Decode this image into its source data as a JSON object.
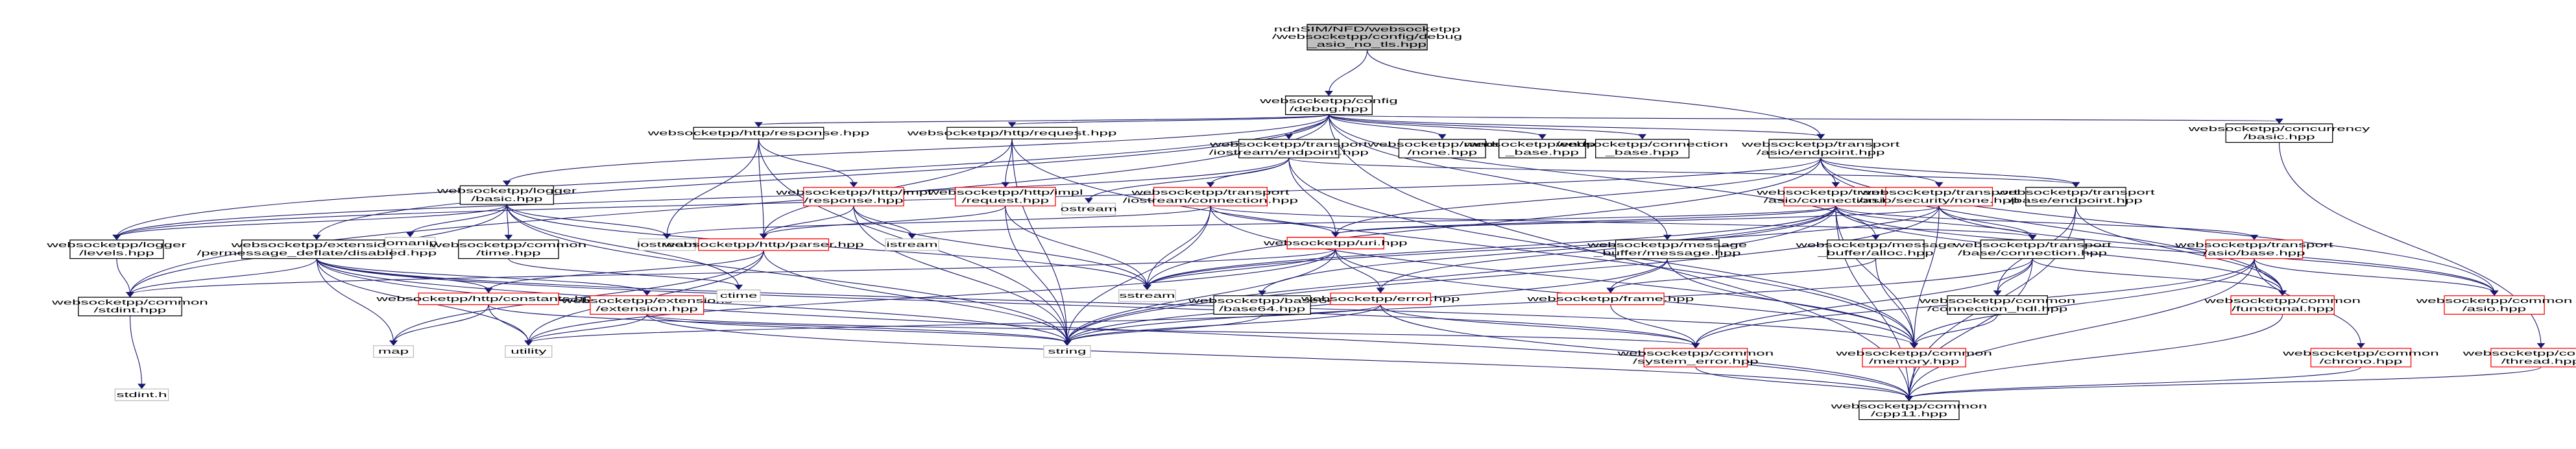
{
  "title": "Include dependency graph for debug_asio_no_tls.hpp",
  "colors": {
    "edge": "#191970",
    "root_fill": "#bfbfbf",
    "truncated_border": "#ff0000",
    "system_border": "#bfbfbf",
    "normal_border": "#000000"
  },
  "nodes": [
    {
      "id": "root",
      "lines": [
        "ndnSIM/NFD/websocketpp",
        "/websocketpp/config/debug",
        "_asio_no_tls.hpp"
      ],
      "kind": "root"
    },
    {
      "id": "debug",
      "lines": [
        "websocketpp/config",
        "/debug.hpp"
      ],
      "kind": "normal"
    },
    {
      "id": "http_response",
      "lines": [
        "websocketpp/http/response.hpp"
      ],
      "kind": "normal"
    },
    {
      "id": "http_request",
      "lines": [
        "websocketpp/http/request.hpp"
      ],
      "kind": "normal"
    },
    {
      "id": "iostream_endpoint",
      "lines": [
        "websocketpp/transport",
        "/iostream/endpoint.hpp"
      ],
      "kind": "normal"
    },
    {
      "id": "random_none",
      "lines": [
        "websocketpp/random",
        "/none.hpp"
      ],
      "kind": "normal"
    },
    {
      "id": "endpoint_base",
      "lines": [
        "websocketpp/endpoint",
        "_base.hpp"
      ],
      "kind": "normal"
    },
    {
      "id": "connection_base",
      "lines": [
        "websocketpp/connection",
        "_base.hpp"
      ],
      "kind": "normal"
    },
    {
      "id": "asio_endpoint",
      "lines": [
        "websocketpp/transport",
        "/asio/endpoint.hpp"
      ],
      "kind": "normal"
    },
    {
      "id": "concurrency_basic",
      "lines": [
        "websocketpp/concurrency",
        "/basic.hpp"
      ],
      "kind": "normal"
    },
    {
      "id": "logger_basic",
      "lines": [
        "websocketpp/logger",
        "/basic.hpp"
      ],
      "kind": "normal"
    },
    {
      "id": "impl_response",
      "lines": [
        "websocketpp/http/impl",
        "/response.hpp"
      ],
      "kind": "red"
    },
    {
      "id": "impl_request",
      "lines": [
        "websocketpp/http/impl",
        "/request.hpp"
      ],
      "kind": "red"
    },
    {
      "id": "ostream",
      "lines": [
        "ostream"
      ],
      "kind": "sys"
    },
    {
      "id": "iostream_connection",
      "lines": [
        "websocketpp/transport",
        "/iostream/connection.hpp"
      ],
      "kind": "red"
    },
    {
      "id": "asio_connection",
      "lines": [
        "websocketpp/transport",
        "/asio/connection.hpp"
      ],
      "kind": "red"
    },
    {
      "id": "asio_security_none",
      "lines": [
        "websocketpp/transport",
        "/asio/security/none.hpp"
      ],
      "kind": "red"
    },
    {
      "id": "base_endpoint",
      "lines": [
        "websocketpp/transport",
        "/base/endpoint.hpp"
      ],
      "kind": "normal"
    },
    {
      "id": "logger_levels",
      "lines": [
        "websocketpp/logger",
        "/levels.hpp"
      ],
      "kind": "normal"
    },
    {
      "id": "pmd_disabled",
      "lines": [
        "websocketpp/extensions",
        "/permessage_deflate/disabled.hpp"
      ],
      "kind": "normal"
    },
    {
      "id": "iomanip",
      "lines": [
        "iomanip"
      ],
      "kind": "sys"
    },
    {
      "id": "common_time",
      "lines": [
        "websocketpp/common",
        "/time.hpp"
      ],
      "kind": "normal"
    },
    {
      "id": "iostream",
      "lines": [
        "iostream"
      ],
      "kind": "sys"
    },
    {
      "id": "http_parser",
      "lines": [
        "websocketpp/http/parser.hpp"
      ],
      "kind": "red"
    },
    {
      "id": "istream",
      "lines": [
        "istream"
      ],
      "kind": "sys"
    },
    {
      "id": "uri",
      "lines": [
        "websocketpp/uri.hpp"
      ],
      "kind": "red"
    },
    {
      "id": "mb_message",
      "lines": [
        "websocketpp/message",
        "_buffer/message.hpp"
      ],
      "kind": "normal"
    },
    {
      "id": "mb_alloc",
      "lines": [
        "websocketpp/message",
        "_buffer/alloc.hpp"
      ],
      "kind": "normal"
    },
    {
      "id": "base_connection",
      "lines": [
        "websocketpp/transport",
        "/base/connection.hpp"
      ],
      "kind": "normal"
    },
    {
      "id": "asio_base",
      "lines": [
        "websocketpp/transport",
        "/asio/base.hpp"
      ],
      "kind": "red"
    },
    {
      "id": "common_stdint",
      "lines": [
        "websocketpp/common",
        "/stdint.hpp"
      ],
      "kind": "normal"
    },
    {
      "id": "http_constants",
      "lines": [
        "websocketpp/http/constants.hpp"
      ],
      "kind": "red"
    },
    {
      "id": "ext_extension",
      "lines": [
        "websocketpp/extensions",
        "/extension.hpp"
      ],
      "kind": "red"
    },
    {
      "id": "ctime",
      "lines": [
        "ctime"
      ],
      "kind": "sys"
    },
    {
      "id": "sstream",
      "lines": [
        "sstream"
      ],
      "kind": "sys"
    },
    {
      "id": "base64",
      "lines": [
        "websocketpp/base64",
        "/base64.hpp"
      ],
      "kind": "normal"
    },
    {
      "id": "error",
      "lines": [
        "websocketpp/error.hpp"
      ],
      "kind": "red"
    },
    {
      "id": "frame",
      "lines": [
        "websocketpp/frame.hpp"
      ],
      "kind": "red"
    },
    {
      "id": "connection_hdl",
      "lines": [
        "websocketpp/common",
        "/connection_hdl.hpp"
      ],
      "kind": "normal"
    },
    {
      "id": "functional",
      "lines": [
        "websocketpp/common",
        "/functional.hpp"
      ],
      "kind": "red"
    },
    {
      "id": "common_asio",
      "lines": [
        "websocketpp/common",
        "/asio.hpp"
      ],
      "kind": "red"
    },
    {
      "id": "map",
      "lines": [
        "map"
      ],
      "kind": "sys"
    },
    {
      "id": "utility",
      "lines": [
        "utility"
      ],
      "kind": "sys"
    },
    {
      "id": "string",
      "lines": [
        "string"
      ],
      "kind": "sys"
    },
    {
      "id": "system_error",
      "lines": [
        "websocketpp/common",
        "/system_error.hpp"
      ],
      "kind": "red"
    },
    {
      "id": "memory",
      "lines": [
        "websocketpp/common",
        "/memory.hpp"
      ],
      "kind": "red"
    },
    {
      "id": "chrono",
      "lines": [
        "websocketpp/common",
        "/chrono.hpp"
      ],
      "kind": "red"
    },
    {
      "id": "thread",
      "lines": [
        "websocketpp/common",
        "/thread.hpp"
      ],
      "kind": "red"
    },
    {
      "id": "stdint_h",
      "lines": [
        "stdint.h"
      ],
      "kind": "sys"
    },
    {
      "id": "cpp11",
      "lines": [
        "websocketpp/common",
        "/cpp11.hpp"
      ],
      "kind": "normal"
    }
  ],
  "edges": [
    [
      "root",
      "debug"
    ],
    [
      "root",
      "asio_endpoint"
    ],
    [
      "debug",
      "http_response"
    ],
    [
      "debug",
      "http_request"
    ],
    [
      "debug",
      "iostream_endpoint"
    ],
    [
      "debug",
      "random_none"
    ],
    [
      "debug",
      "endpoint_base"
    ],
    [
      "debug",
      "connection_base"
    ],
    [
      "debug",
      "asio_endpoint"
    ],
    [
      "debug",
      "concurrency_basic"
    ],
    [
      "debug",
      "logger_basic"
    ],
    [
      "debug",
      "pmd_disabled"
    ],
    [
      "debug",
      "common_stdint"
    ],
    [
      "debug",
      "logger_levels"
    ],
    [
      "debug",
      "mb_message"
    ],
    [
      "debug",
      "mb_alloc"
    ],
    [
      "debug",
      "cpp11"
    ],
    [
      "http_response",
      "impl_response"
    ],
    [
      "http_response",
      "http_parser"
    ],
    [
      "http_response",
      "iostream"
    ],
    [
      "http_response",
      "string"
    ],
    [
      "http_request",
      "impl_request"
    ],
    [
      "http_request",
      "http_parser"
    ],
    [
      "http_request",
      "string"
    ],
    [
      "http_request",
      "memory"
    ],
    [
      "iostream_endpoint",
      "iostream_connection"
    ],
    [
      "iostream_endpoint",
      "ostream"
    ],
    [
      "iostream_endpoint",
      "base_endpoint"
    ],
    [
      "iostream_endpoint",
      "logger_levels"
    ],
    [
      "iostream_endpoint",
      "uri"
    ],
    [
      "iostream_endpoint",
      "memory"
    ],
    [
      "asio_endpoint",
      "asio_connection"
    ],
    [
      "asio_endpoint",
      "asio_security_none"
    ],
    [
      "asio_endpoint",
      "base_endpoint"
    ],
    [
      "asio_endpoint",
      "logger_levels"
    ],
    [
      "asio_endpoint",
      "common_asio"
    ],
    [
      "asio_endpoint",
      "functional"
    ],
    [
      "asio_endpoint",
      "sstream"
    ],
    [
      "asio_endpoint",
      "uri"
    ],
    [
      "concurrency_basic",
      "thread"
    ],
    [
      "logger_basic",
      "logger_levels"
    ],
    [
      "logger_basic",
      "iomanip"
    ],
    [
      "logger_basic",
      "common_time"
    ],
    [
      "logger_basic",
      "iostream"
    ],
    [
      "logger_basic",
      "string"
    ],
    [
      "logger_basic",
      "ctime"
    ],
    [
      "logger_basic",
      "common_stdint"
    ],
    [
      "logger_basic",
      "sstream"
    ],
    [
      "impl_response",
      "http_parser"
    ],
    [
      "impl_response",
      "istream"
    ],
    [
      "impl_response",
      "string"
    ],
    [
      "impl_response",
      "sstream"
    ],
    [
      "impl_request",
      "http_parser"
    ],
    [
      "impl_request",
      "string"
    ],
    [
      "impl_request",
      "sstream"
    ],
    [
      "iostream_connection",
      "uri"
    ],
    [
      "iostream_connection",
      "base_connection"
    ],
    [
      "iostream_connection",
      "string"
    ],
    [
      "iostream_connection",
      "sstream"
    ],
    [
      "iostream_connection",
      "iostream"
    ],
    [
      "iostream_connection",
      "memory"
    ],
    [
      "asio_connection",
      "uri"
    ],
    [
      "asio_connection",
      "base_connection"
    ],
    [
      "asio_connection",
      "asio_base"
    ],
    [
      "asio_connection",
      "functional"
    ],
    [
      "asio_connection",
      "common_asio"
    ],
    [
      "asio_connection",
      "memory"
    ],
    [
      "asio_connection",
      "istream"
    ],
    [
      "asio_connection",
      "sstream"
    ],
    [
      "asio_connection",
      "string"
    ],
    [
      "asio_connection",
      "error"
    ],
    [
      "asio_connection",
      "base64"
    ],
    [
      "asio_connection",
      "cpp11"
    ],
    [
      "asio_security_none",
      "base_connection"
    ],
    [
      "asio_security_none",
      "common_asio"
    ],
    [
      "asio_security_none",
      "memory"
    ],
    [
      "asio_security_none",
      "sstream"
    ],
    [
      "asio_security_none",
      "string"
    ],
    [
      "asio_security_none",
      "uri"
    ],
    [
      "base_endpoint",
      "connection_hdl"
    ],
    [
      "base_endpoint",
      "functional"
    ],
    [
      "base_endpoint",
      "cpp11"
    ],
    [
      "logger_levels",
      "common_stdint"
    ],
    [
      "pmd_disabled",
      "common_stdint"
    ],
    [
      "pmd_disabled",
      "http_constants"
    ],
    [
      "pmd_disabled",
      "ext_extension"
    ],
    [
      "pmd_disabled",
      "system_error"
    ],
    [
      "pmd_disabled",
      "map"
    ],
    [
      "pmd_disabled",
      "utility"
    ],
    [
      "pmd_disabled",
      "string"
    ],
    [
      "pmd_disabled",
      "cpp11"
    ],
    [
      "pmd_disabled",
      "memory"
    ],
    [
      "common_time",
      "ctime"
    ],
    [
      "http_parser",
      "http_constants"
    ],
    [
      "http_parser",
      "utility"
    ],
    [
      "http_parser",
      "map"
    ],
    [
      "http_parser",
      "string"
    ],
    [
      "uri",
      "error"
    ],
    [
      "uri",
      "sstream"
    ],
    [
      "uri",
      "string"
    ],
    [
      "uri",
      "utility"
    ],
    [
      "uri",
      "memory"
    ],
    [
      "uri",
      "common_stdint"
    ],
    [
      "mb_message",
      "frame"
    ],
    [
      "mb_message",
      "memory"
    ],
    [
      "mb_message",
      "string"
    ],
    [
      "mb_alloc",
      "memory"
    ],
    [
      "mb_alloc",
      "frame"
    ],
    [
      "base_connection",
      "connection_hdl"
    ],
    [
      "base_connection",
      "functional"
    ],
    [
      "base_connection",
      "system_error"
    ],
    [
      "base_connection",
      "cpp11"
    ],
    [
      "base_connection",
      "string"
    ],
    [
      "asio_base",
      "functional"
    ],
    [
      "asio_base",
      "common_asio"
    ],
    [
      "asio_base",
      "system_error"
    ],
    [
      "asio_base",
      "cpp11"
    ],
    [
      "asio_base",
      "memory"
    ],
    [
      "asio_base",
      "chrono"
    ],
    [
      "common_stdint",
      "stdint_h"
    ],
    [
      "http_constants",
      "map"
    ],
    [
      "http_constants",
      "utility"
    ],
    [
      "http_constants",
      "string"
    ],
    [
      "ext_extension",
      "system_error"
    ],
    [
      "ext_extension",
      "string"
    ],
    [
      "ext_extension",
      "cpp11"
    ],
    [
      "ext_extension",
      "utility"
    ],
    [
      "error",
      "system_error"
    ],
    [
      "error",
      "cpp11"
    ],
    [
      "error",
      "string"
    ],
    [
      "error",
      "utility"
    ],
    [
      "frame",
      "system_error"
    ],
    [
      "connection_hdl",
      "memory"
    ],
    [
      "functional",
      "cpp11"
    ],
    [
      "system_error",
      "cpp11"
    ],
    [
      "memory",
      "cpp11"
    ],
    [
      "chrono",
      "cpp11"
    ],
    [
      "thread",
      "cpp11"
    ],
    [
      "base64",
      "string"
    ]
  ]
}
